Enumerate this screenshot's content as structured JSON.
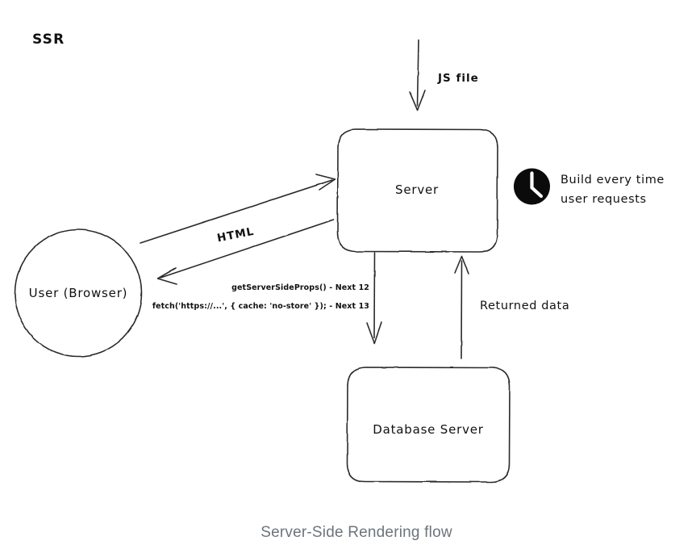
{
  "page": {
    "title_label": "SSR",
    "caption": "Server-Side Rendering flow",
    "background": "#ffffff",
    "ink_color": "#2b2b2b",
    "caption_color": "#6c757d"
  },
  "nodes": {
    "user": {
      "label": "User (Browser)",
      "shape": "circle"
    },
    "server": {
      "label": "Server",
      "shape": "rounded-rect"
    },
    "database": {
      "label": "Database Server",
      "shape": "rounded-rect"
    }
  },
  "edges": [
    {
      "id": "js-file",
      "label": "JS file",
      "from": "",
      "to": "server",
      "direction": "down"
    },
    {
      "id": "request",
      "label": "",
      "from": "user",
      "to": "server",
      "direction": "up-right"
    },
    {
      "id": "html",
      "label": "HTML",
      "from": "server",
      "to": "user",
      "direction": "down-left"
    },
    {
      "id": "query",
      "label": "",
      "from": "server",
      "to": "database",
      "direction": "down"
    },
    {
      "id": "returned-data",
      "label": "Returned data",
      "from": "database",
      "to": "server",
      "direction": "up"
    }
  ],
  "annotations": {
    "clock_note": {
      "icon": "clock-icon",
      "line1": "Build every time",
      "line2": "user requests"
    },
    "code_notes": {
      "line1": "getServerSideProps() - Next 12",
      "line2": "fetch('https://...', { cache: 'no-store' }); - Next 13"
    }
  }
}
